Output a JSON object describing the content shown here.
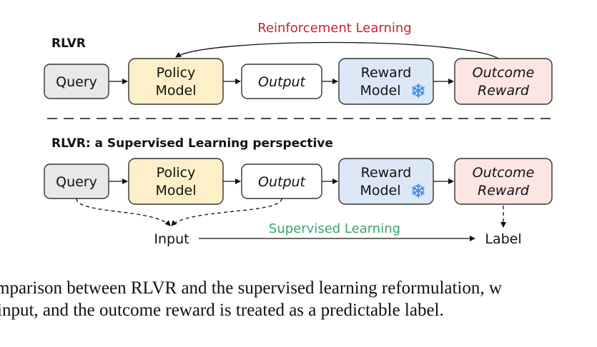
{
  "top": {
    "title": "RLVR",
    "loop_label": "Reinforcement Learning",
    "nodes": {
      "query": "Query",
      "policy": [
        "Policy",
        "Model"
      ],
      "output": "Output",
      "reward_model": [
        "Reward",
        "Model"
      ],
      "outcome": [
        "Outcome",
        "Reward"
      ]
    }
  },
  "bottom": {
    "title": "RLVR: a Supervised Learning perspective",
    "nodes": {
      "query": "Query",
      "policy": [
        "Policy",
        "Model"
      ],
      "output": "Output",
      "reward_model": [
        "Reward",
        "Model"
      ],
      "outcome": [
        "Outcome",
        "Reward"
      ]
    },
    "input_label": "Input",
    "label_label": "Label",
    "supervised_label": "Supervised Learning"
  },
  "caption": {
    "line1": "mparison between RLVR and the supervised learning reformulation, w",
    "line2": "input, and the outcome reward is treated as a predictable label."
  },
  "colors": {
    "query_fill": "#e8e8e8",
    "policy_fill": "#fdf0c8",
    "output_fill": "#ffffff",
    "reward_fill": "#dce8f6",
    "outcome_fill": "#fde6e2",
    "rl_red": "#c0262c",
    "sl_green": "#3aa370",
    "snow_blue": "#4a90d9"
  },
  "icons": {
    "frozen": "snowflake-icon"
  }
}
